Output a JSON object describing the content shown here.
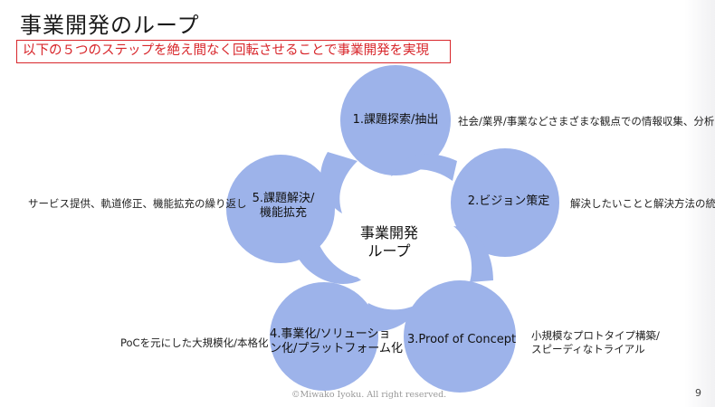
{
  "title": "事業開発のループ",
  "subtitle": "以下の５つのステップを絶え間なく回転させることで事業開発を実現",
  "center": {
    "line1": "事業開発",
    "line2": "ループ"
  },
  "steps": [
    {
      "line1": "1.課題探索/抽出",
      "line2": "",
      "desc1": "社会/業界/事業などさまざまな観点での情報収集、分析",
      "desc2": ""
    },
    {
      "line1": "2.ビジョン策定",
      "line2": "",
      "desc1": "解決したいことと解決方法の統合",
      "desc2": ""
    },
    {
      "line1": "3.Proof of Concept",
      "line2": "",
      "desc1": "小規模なプロトタイプ構築/",
      "desc2": "スピーディなトライアル"
    },
    {
      "line1": "4.事業化/ソリューショ",
      "line2": "ン化/プラットフォーム化",
      "desc1": "PoCを元にした大規模化/本格化",
      "desc2": ""
    },
    {
      "line1": "5.課題解決/",
      "line2": "機能拡充",
      "desc1": "サービス提供、軌道修正、機能拡充の繰り返し",
      "desc2": ""
    }
  ],
  "footer": {
    "copyright": "©Miwako Iyoku. All right reserved.",
    "page_number": "9"
  },
  "colors": {
    "petal": "#9db3ea",
    "subtitle_red": "#d8262b"
  }
}
